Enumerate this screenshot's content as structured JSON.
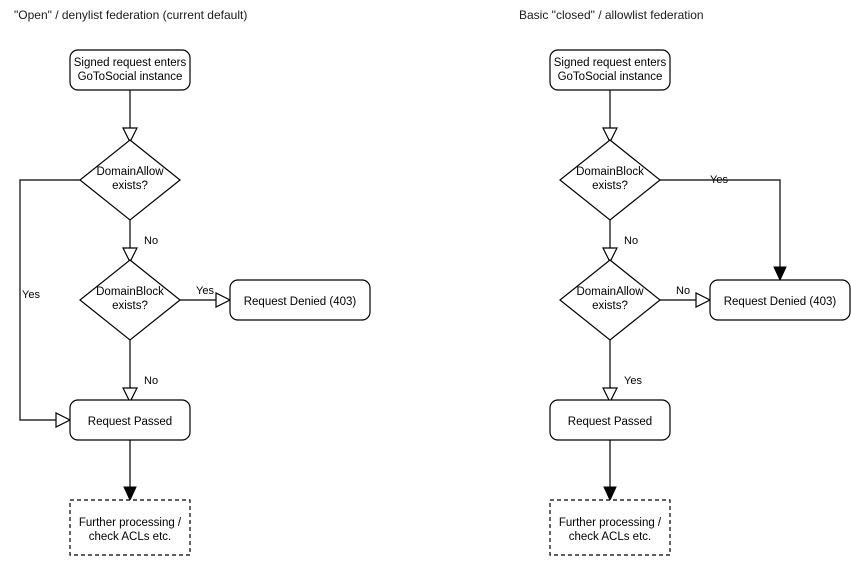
{
  "diagram": {
    "title_left": "\"Open\" / denylist federation (current default)",
    "title_right": "Basic \"closed\" / allowlist federation",
    "columns": [
      {
        "id": "open-denylist",
        "title": "\"Open\" / denylist federation (current default)",
        "nodes": {
          "entry_line1": "Signed request enters",
          "entry_line2": "GoToSocial instance",
          "decision1_line1": "DomainAllow",
          "decision1_line2": "exists?",
          "decision2_line1": "DomainBlock",
          "decision2_line2": "exists?",
          "denied": "Request Denied (403)",
          "passed": "Request Passed",
          "further_line1": "Further processing /",
          "further_line2": "check ACLs etc."
        },
        "edge_labels": {
          "allow_yes": "Yes",
          "allow_no": "No",
          "block_yes": "Yes",
          "block_no": "No"
        }
      },
      {
        "id": "closed-allowlist",
        "title": "Basic \"closed\" / allowlist federation",
        "nodes": {
          "entry_line1": "Signed request enters",
          "entry_line2": "GoToSocial instance",
          "decision1_line1": "DomainBlock",
          "decision1_line2": "exists?",
          "decision2_line1": "DomainAllow",
          "decision2_line2": "exists?",
          "denied": "Request Denied (403)",
          "passed": "Request Passed",
          "further_line1": "Further processing /",
          "further_line2": "check ACLs etc."
        },
        "edge_labels": {
          "block_yes": "Yes",
          "block_no": "No",
          "allow_no": "No",
          "allow_yes": "Yes"
        }
      }
    ],
    "colors": {
      "background": "#ffffff",
      "stroke": "#000000",
      "text": "#000000",
      "title_text": "#1a1a1a"
    }
  }
}
